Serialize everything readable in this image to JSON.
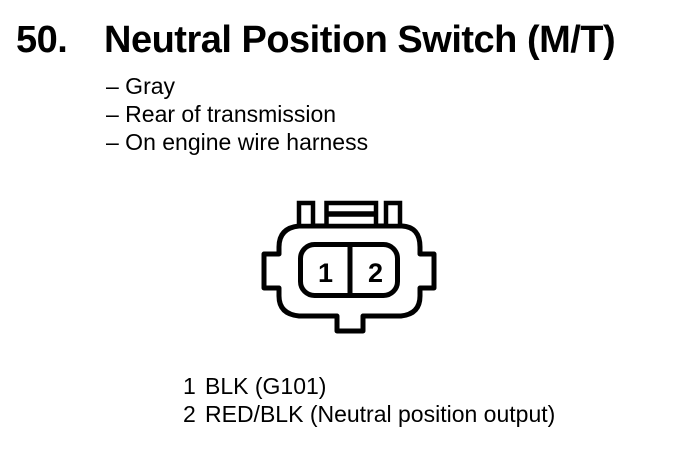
{
  "page": {
    "colors": {
      "ink": "#000000",
      "background": "#ffffff"
    },
    "item_number": "50.",
    "title": "Neutral Position Switch (M/T)",
    "details": [
      "– Gray",
      "– Rear of transmission",
      "– On engine wire harness"
    ],
    "connector": {
      "pin_labels": [
        "1",
        "2"
      ]
    },
    "pinout": [
      {
        "pin": "1",
        "wire": "BLK (G101)"
      },
      {
        "pin": "2",
        "wire": "RED/BLK (Neutral position output)"
      }
    ]
  }
}
